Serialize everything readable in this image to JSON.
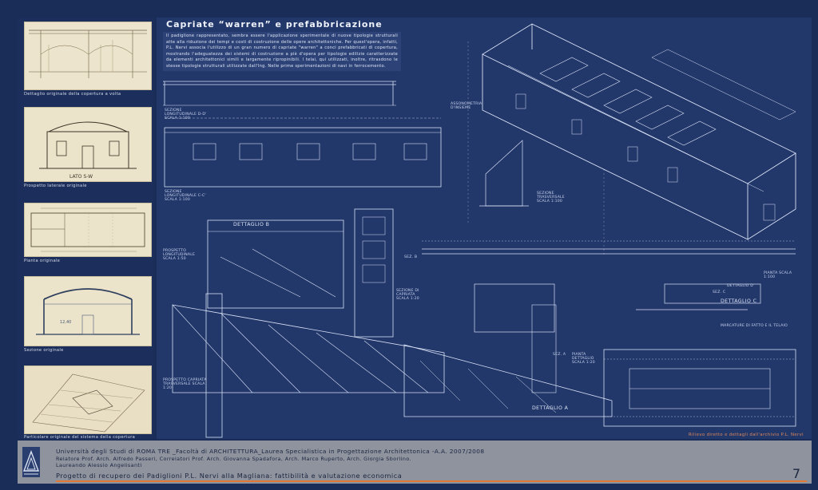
{
  "left_panel": {
    "captions": [
      "Dettaglio originale della copertura a volta",
      "Prospetto laterale originale",
      "Pianta originale",
      "Sezione originale",
      "Particolare originale del sistema della copertura"
    ],
    "handwriting": {
      "lato": "LATO S-W",
      "dim": "12,40"
    }
  },
  "blueprint": {
    "title": "Capriate “warren” e prefabbricazione",
    "description": "Il padiglione rappresentato, sembra essere l'applicazione sperimentale di nuove tipologie strutturali atte alla riduzione dei tempi e costi di costruzione delle opere architettoniche. Per quest'opera, infatti, P.L. Nervi associa l'utilizzo di un gran numero di capriate \"warren\" a conci prefabbricati di copertura, mostrando l'adeguatezza dei sistemi di costruzione a piè d'opera per tipologie edilizie caratterizzate da elementi architettonici simili e largamente ripropinibili. I telai, qui utilizzati, inoltre, ritrasdono le stesse tipologie strutturali utilizzate dall'Ing. Nelle prime sperimentazioni di navi in ferrocemento.",
    "credit": "Rilievo diretto e dettagli dall'archivio P.L. Nervi",
    "labels": {
      "sez_dd": "SEZIONE LONGITUDINALE D-D' SCALA 1:100",
      "sez_cc": "SEZIONE LONGITUDINALE C-C' SCALA 1:100",
      "prospetto_long": "PROSPETTO LONGITUDINALE SCALA 1:50",
      "prospetto_trasv": "PROSPETTO CAPRIATA TRASVERSALE SCALA 1:20",
      "assonometria": "ASSONOMETRIA D'INSIEME",
      "sez_trasv": "SEZIONE TRASVERSALE SCALA 1:100",
      "dettaglio_b": "DETTAGLIO B",
      "dettaglio_a": "DETTAGLIO A",
      "dettaglio_c": "DETTAGLIO C",
      "sez_b": "SEZ. B",
      "sez_a": "SEZ. A",
      "sez_c": "SEZ. C",
      "capriata": "SEZIONE DI CAPRIATA SCALA 1:20",
      "pianta": "PIANTA DETTAGLIO SCALA 1:20",
      "pianta_top": "PIANTA SCALA 1:100",
      "dettaglio_d": "DETTAGLIO D",
      "marcat": "MARCATURE DI FATTO E IL TELAIO"
    }
  },
  "footer": {
    "line1": "Università degli Studi di ROMA TRE _Facoltà di ARCHITETTURA_Laurea Specialistica in Progettazione Architettonica -A.A. 2007/2008",
    "line2": "Relatore Prof. Arch. Alfredo Passeri, Correlatori Prof. Arch. Giovanna Spadafora, Arch. Marco Ruperto, Arch. Giorgia Sborlino.",
    "line3": "Laureando Alessio Angelisanti",
    "line4": "Progetto di recupero dei Padiglioni P.L. Nervi alla Magliana: fattibilità e valutazione economica",
    "page_number": "7"
  },
  "colors": {
    "background": "#1a2d58",
    "blueprint": "#22376a",
    "accent": "#e07836",
    "footer": "#8e939e"
  }
}
